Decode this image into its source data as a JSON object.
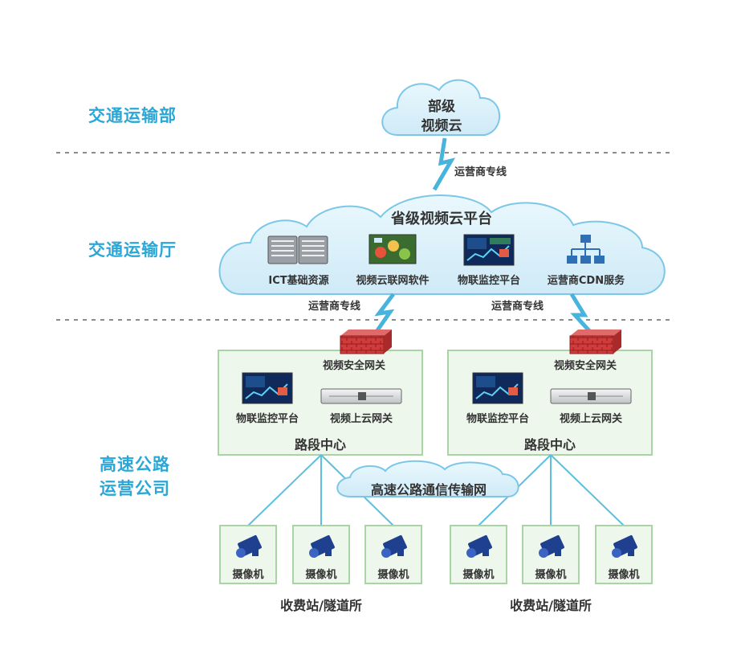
{
  "levels": {
    "ministry": "交通运输部",
    "department": "交通运输厅",
    "company_line1": "高速公路",
    "company_line2": "运营公司"
  },
  "ministry_cloud": {
    "line1": "部级",
    "line2": "视频云"
  },
  "province_cloud": {
    "title": "省级视频云平台",
    "items": [
      "ICT基础资源",
      "视频云联网软件",
      "物联监控平台",
      "运营商CDN服务"
    ]
  },
  "links": {
    "top": "运营商专线",
    "left": "运营商专线",
    "right": "运营商专线"
  },
  "road_centers": [
    {
      "gateway_label": "视频安全网关",
      "monitor_label": "物联监控平台",
      "server_label": "视频上云网关",
      "title": "路段中心"
    },
    {
      "gateway_label": "视频安全网关",
      "monitor_label": "物联监控平台",
      "server_label": "视频上云网关",
      "title": "路段中心"
    }
  ],
  "network_cloud": "高速公路通信传输网",
  "cameras": [
    "摄像机",
    "摄像机",
    "摄像机",
    "摄像机",
    "摄像机",
    "摄像机"
  ],
  "stations": [
    "收费站/隧道所",
    "收费站/隧道所"
  ],
  "colors": {
    "accent": "#2aa7d6",
    "cloud_fill": "#dff3fb",
    "cloud_stroke": "#7cc7e8",
    "box_fill": "#eef7ec",
    "box_stroke": "#a9d4a3",
    "line": "#5bbfdf",
    "dashed": "#8c8c8c",
    "firewall": "#d23b3b",
    "camera": "#1f3f8f"
  }
}
